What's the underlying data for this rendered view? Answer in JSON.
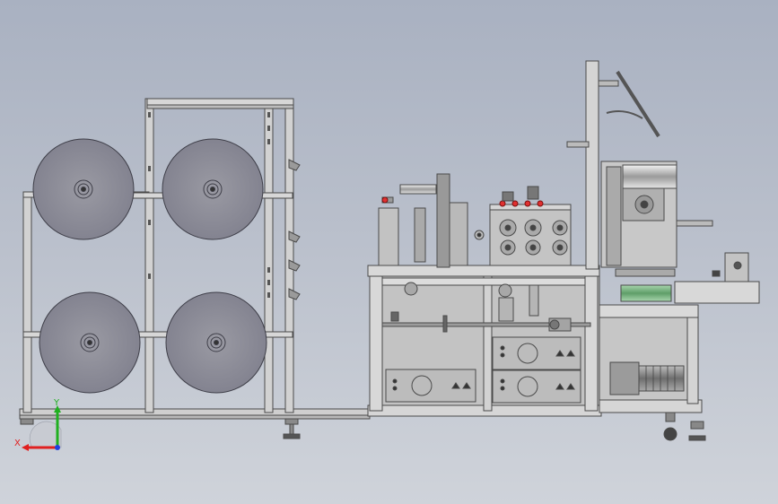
{
  "viewport": {
    "background_top": "#a9b1c1",
    "background_bottom": "#cfd3da"
  },
  "colors": {
    "frame": "#c9c9c9",
    "frame_edge": "#4a4a4a",
    "roll": "#8f8f98",
    "panel": "#b3b3b3",
    "motor": "#7f7f7f",
    "green_roller": "#7fb386",
    "red_knob": "#e03030",
    "axis_x": "#e02020",
    "axis_y": "#20b020",
    "axis_z": "#2040e0"
  },
  "triad": {
    "x_label": "X",
    "y_label": "Y"
  },
  "model": {
    "unwind_rolls": 4,
    "red_knobs": 4,
    "casters": 2
  }
}
